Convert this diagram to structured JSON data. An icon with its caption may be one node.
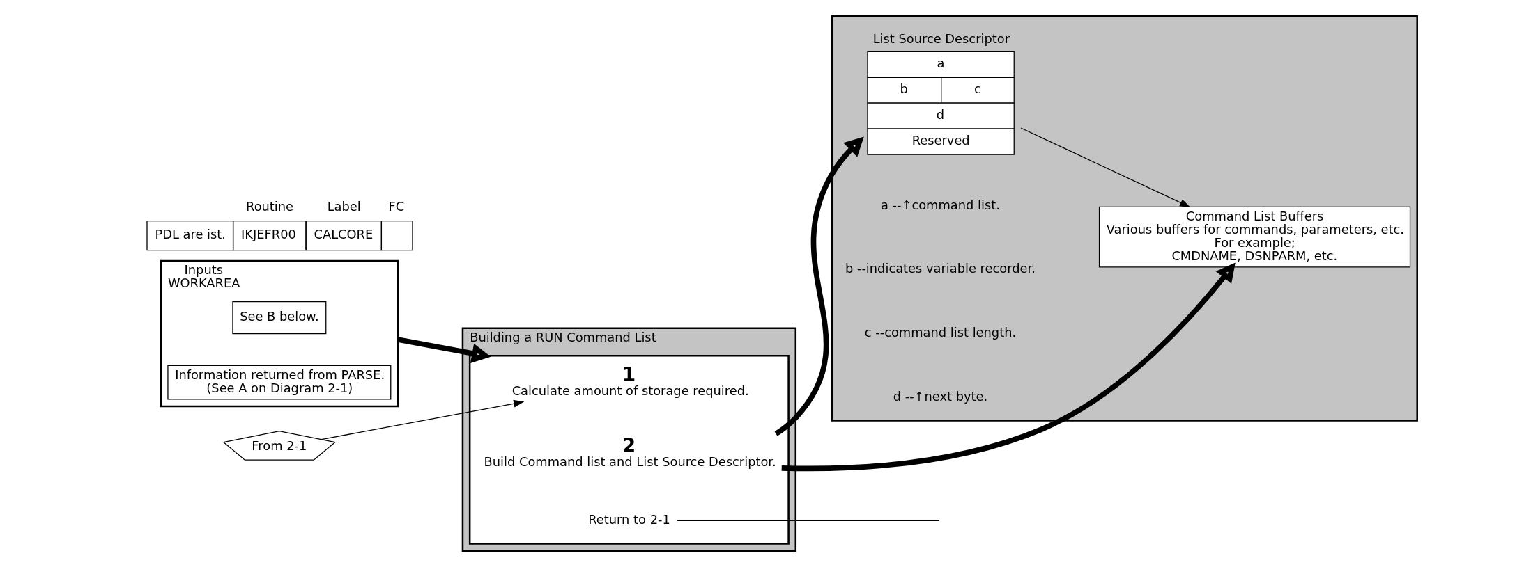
{
  "diagram": {
    "nodes": [
      {
        "text": [
          "Inputs",
          "WORKAREA"
        ]
      },
      {
        "text": [
          "See B below."
        ],
        "in": 0
      },
      {
        "text": [
          "Information returned from PARSE.",
          "(See A on Diagram 2-1)"
        ],
        "in": 0
      },
      {
        "text": [
          "Building a RUN Command List"
        ]
      },
      {
        "text": [],
        "shape": "box",
        "in": 3
      },
      {
        "text": [
          "1",
          "Calculate amount of storage required."
        ],
        "in": 4
      },
      {
        "text": [
          "2",
          "Build Command list and List Source Descriptor."
        ],
        "in": 4
      },
      {
        "text": [
          "Return to 2-1"
        ],
        "in": 4
      },
      {
        "text": [
          "From 2-1"
        ]
      },
      {
        "text": [],
        "shape": "box"
      },
      {
        "text": [
          "List Source Descriptor",
          "a",
          "b",
          "c",
          "d",
          "Reserved"
        ],
        "in": 9
      },
      {
        "text": [
          "Command List Buffers",
          "Various buffers for commands, parameters, etc.",
          "For example;",
          "CMDNAME, DSNPARM, etc."
        ],
        "in": 9
      }
    ],
    "edges": [
      {
        "from": 8,
        "to": 5,
        "arrow": "to"
      },
      {
        "from": 0,
        "to": 4,
        "arrow": "to",
        "style": "thick"
      },
      {
        "from": 6,
        "to": 11,
        "arrow": "to",
        "style": "thick"
      },
      {
        "from": 6,
        "to": 10,
        "arrow": "to",
        "style": "thick"
      },
      {
        "from": 10,
        "to": 11,
        "arrow": "to"
      },
      {
        "from": 7,
        "to": null,
        "arrow": "none"
      }
    ],
    "labels": [
      "a --↑command list.",
      "b --indicates variable recorder.",
      "c --command list length.",
      "d --↑next byte.",
      "Routine",
      "Label",
      "FC",
      "PDL are ist.",
      "IKJEFR00",
      "CALCORE"
    ]
  }
}
